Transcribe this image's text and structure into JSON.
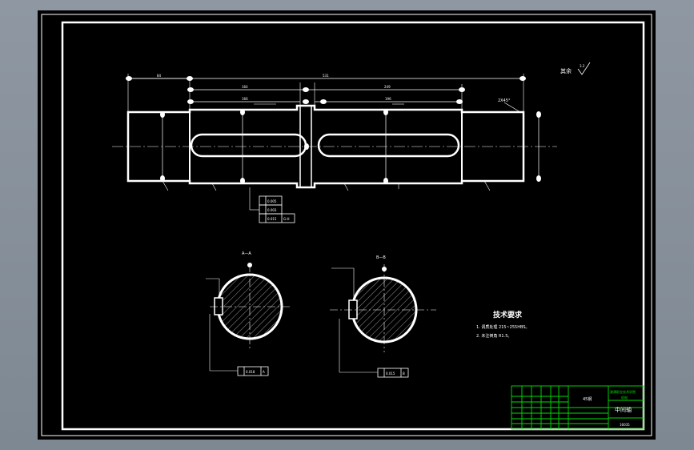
{
  "colors": {
    "background": "#8a949e",
    "sheet": "#000000",
    "line": "#ffffff",
    "title_block": "#00e000"
  },
  "drawing": {
    "roughness_note": "其余",
    "roughness_symbol": "3.2",
    "chamfer": "2X45°",
    "dims": {
      "overall": "531",
      "left_step": "84",
      "left_len": "164",
      "key_left": "166",
      "right_len": "249",
      "key_right": "196"
    },
    "tolerance_frames": [
      "0.005",
      "0.003",
      "0.015",
      "G-H"
    ],
    "section_a": {
      "title": "A—A",
      "frame_value": "0.018",
      "datum": "A"
    },
    "section_b": {
      "title": "B—B",
      "frame_value": "0.015",
      "datum": "B"
    }
  },
  "requirements": {
    "title": "技术要求",
    "items": [
      "1. 调质处理 215~255HBS。",
      "2. 未注倒角 R1.5。"
    ]
  },
  "title_block": {
    "material": "45钢",
    "school": "湘潭职业技术学院",
    "dept": "机电",
    "part_name": "中间轴",
    "code": "16035"
  }
}
